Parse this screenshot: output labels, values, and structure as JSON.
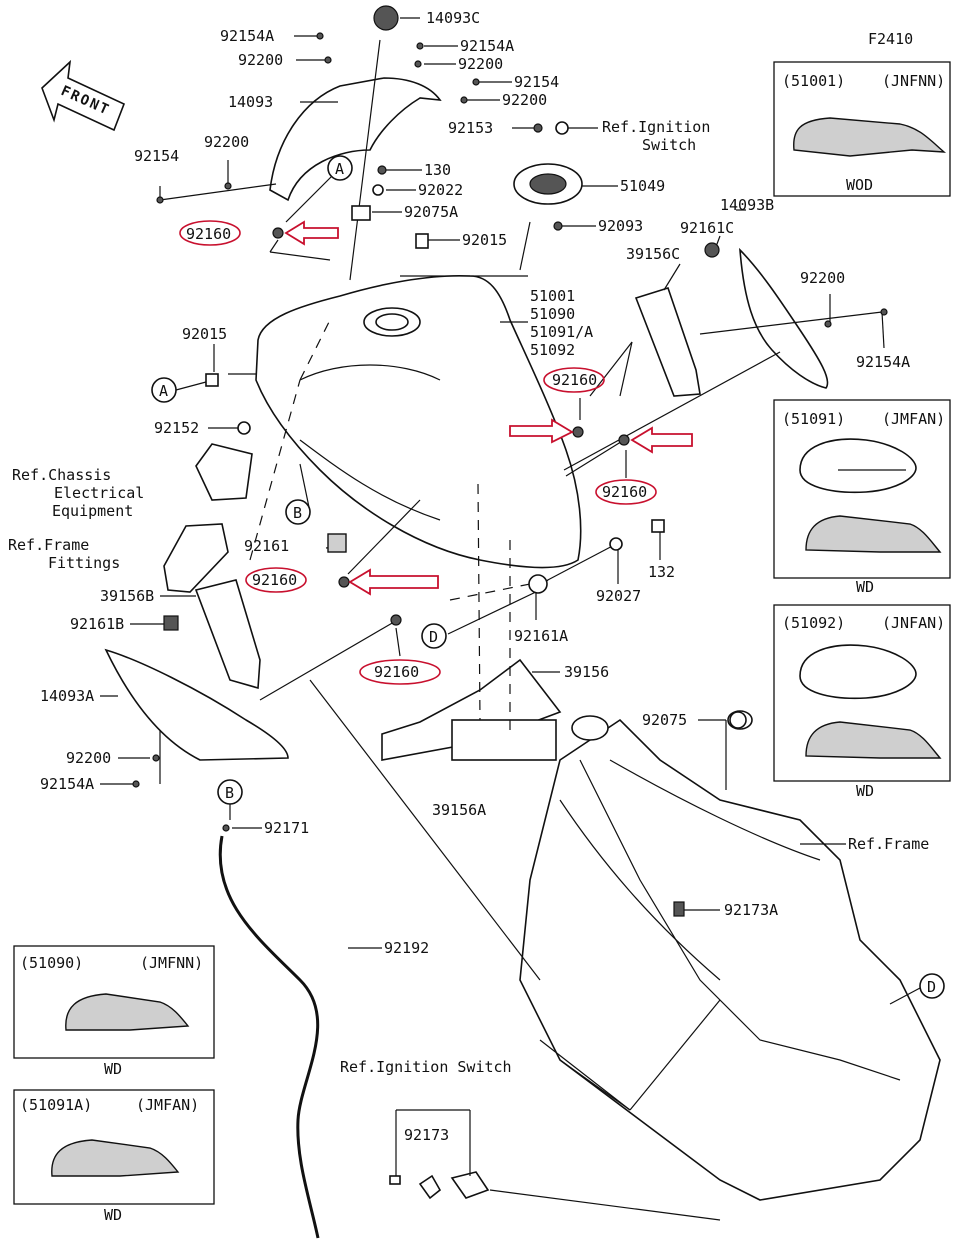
{
  "figure_code": "F2410",
  "front_label": "FRONT",
  "callouts": {
    "A": "A",
    "B": "B",
    "D": "D"
  },
  "labels": {
    "p14093C": "14093C",
    "p92154A_1": "92154A",
    "p92200_1": "92200",
    "p14093": "14093",
    "p92154A_2": "92154A",
    "p92200_2": "92200",
    "p92154_1": "92154",
    "p92200_3": "92200",
    "p92153": "92153",
    "ref_ign_1": "Ref.Ignition",
    "ref_ign_2": "Switch",
    "p92154_2": "92154",
    "p92200_4": "92200",
    "p130": "130",
    "p92022": "92022",
    "p51049": "51049",
    "p92160_1": "92160",
    "p92075A": "92075A",
    "p92093": "92093",
    "p92015_1": "92015",
    "p14093B": "14093B",
    "p92161C": "92161C",
    "p39156C": "39156C",
    "p92200_5": "92200",
    "p51001": "51001",
    "p51090": "51090",
    "p51091A": "51091/A",
    "p51092": "51092",
    "p92154A_3": "92154A",
    "p92015_2": "92015",
    "p92160_2": "92160",
    "p92152": "92152",
    "p92160_3": "92160",
    "ref_chassis_1": "Ref.Chassis",
    "ref_chassis_2": "Electrical",
    "ref_chassis_3": "Equipment",
    "ref_frame_fit_1": "Ref.Frame",
    "ref_frame_fit_2": "Fittings",
    "p92161": "92161",
    "p92160_4": "92160",
    "p132": "132",
    "p92027": "92027",
    "p39156B": "39156B",
    "p92161B": "92161B",
    "p92161A": "92161A",
    "p92160_5": "92160",
    "p39156": "39156",
    "p14093A": "14093A",
    "p92075": "92075",
    "p92200_6": "92200",
    "p92154A_4": "92154A",
    "p39156A": "39156A",
    "ref_frame": "Ref.Frame",
    "p92171": "92171",
    "p92173A": "92173A",
    "p92192": "92192",
    "ref_ign_bottom": "Ref.Ignition Switch",
    "p92173": "92173"
  },
  "variant_boxes": [
    {
      "code": "(51001)",
      "variant": "(JNFNN)",
      "caption": "WOD"
    },
    {
      "code": "(51091)",
      "variant": "(JMFAN)",
      "caption": "WD"
    },
    {
      "code": "(51092)",
      "variant": "(JNFAN)",
      "caption": "WD"
    },
    {
      "code": "(51090)",
      "variant": "(JMFNN)",
      "caption": "WD"
    },
    {
      "code": "(51091A)",
      "variant": "(JMFAN)",
      "caption": "WD"
    }
  ],
  "colors": {
    "highlight": "#c8102e",
    "ink": "#111111"
  }
}
